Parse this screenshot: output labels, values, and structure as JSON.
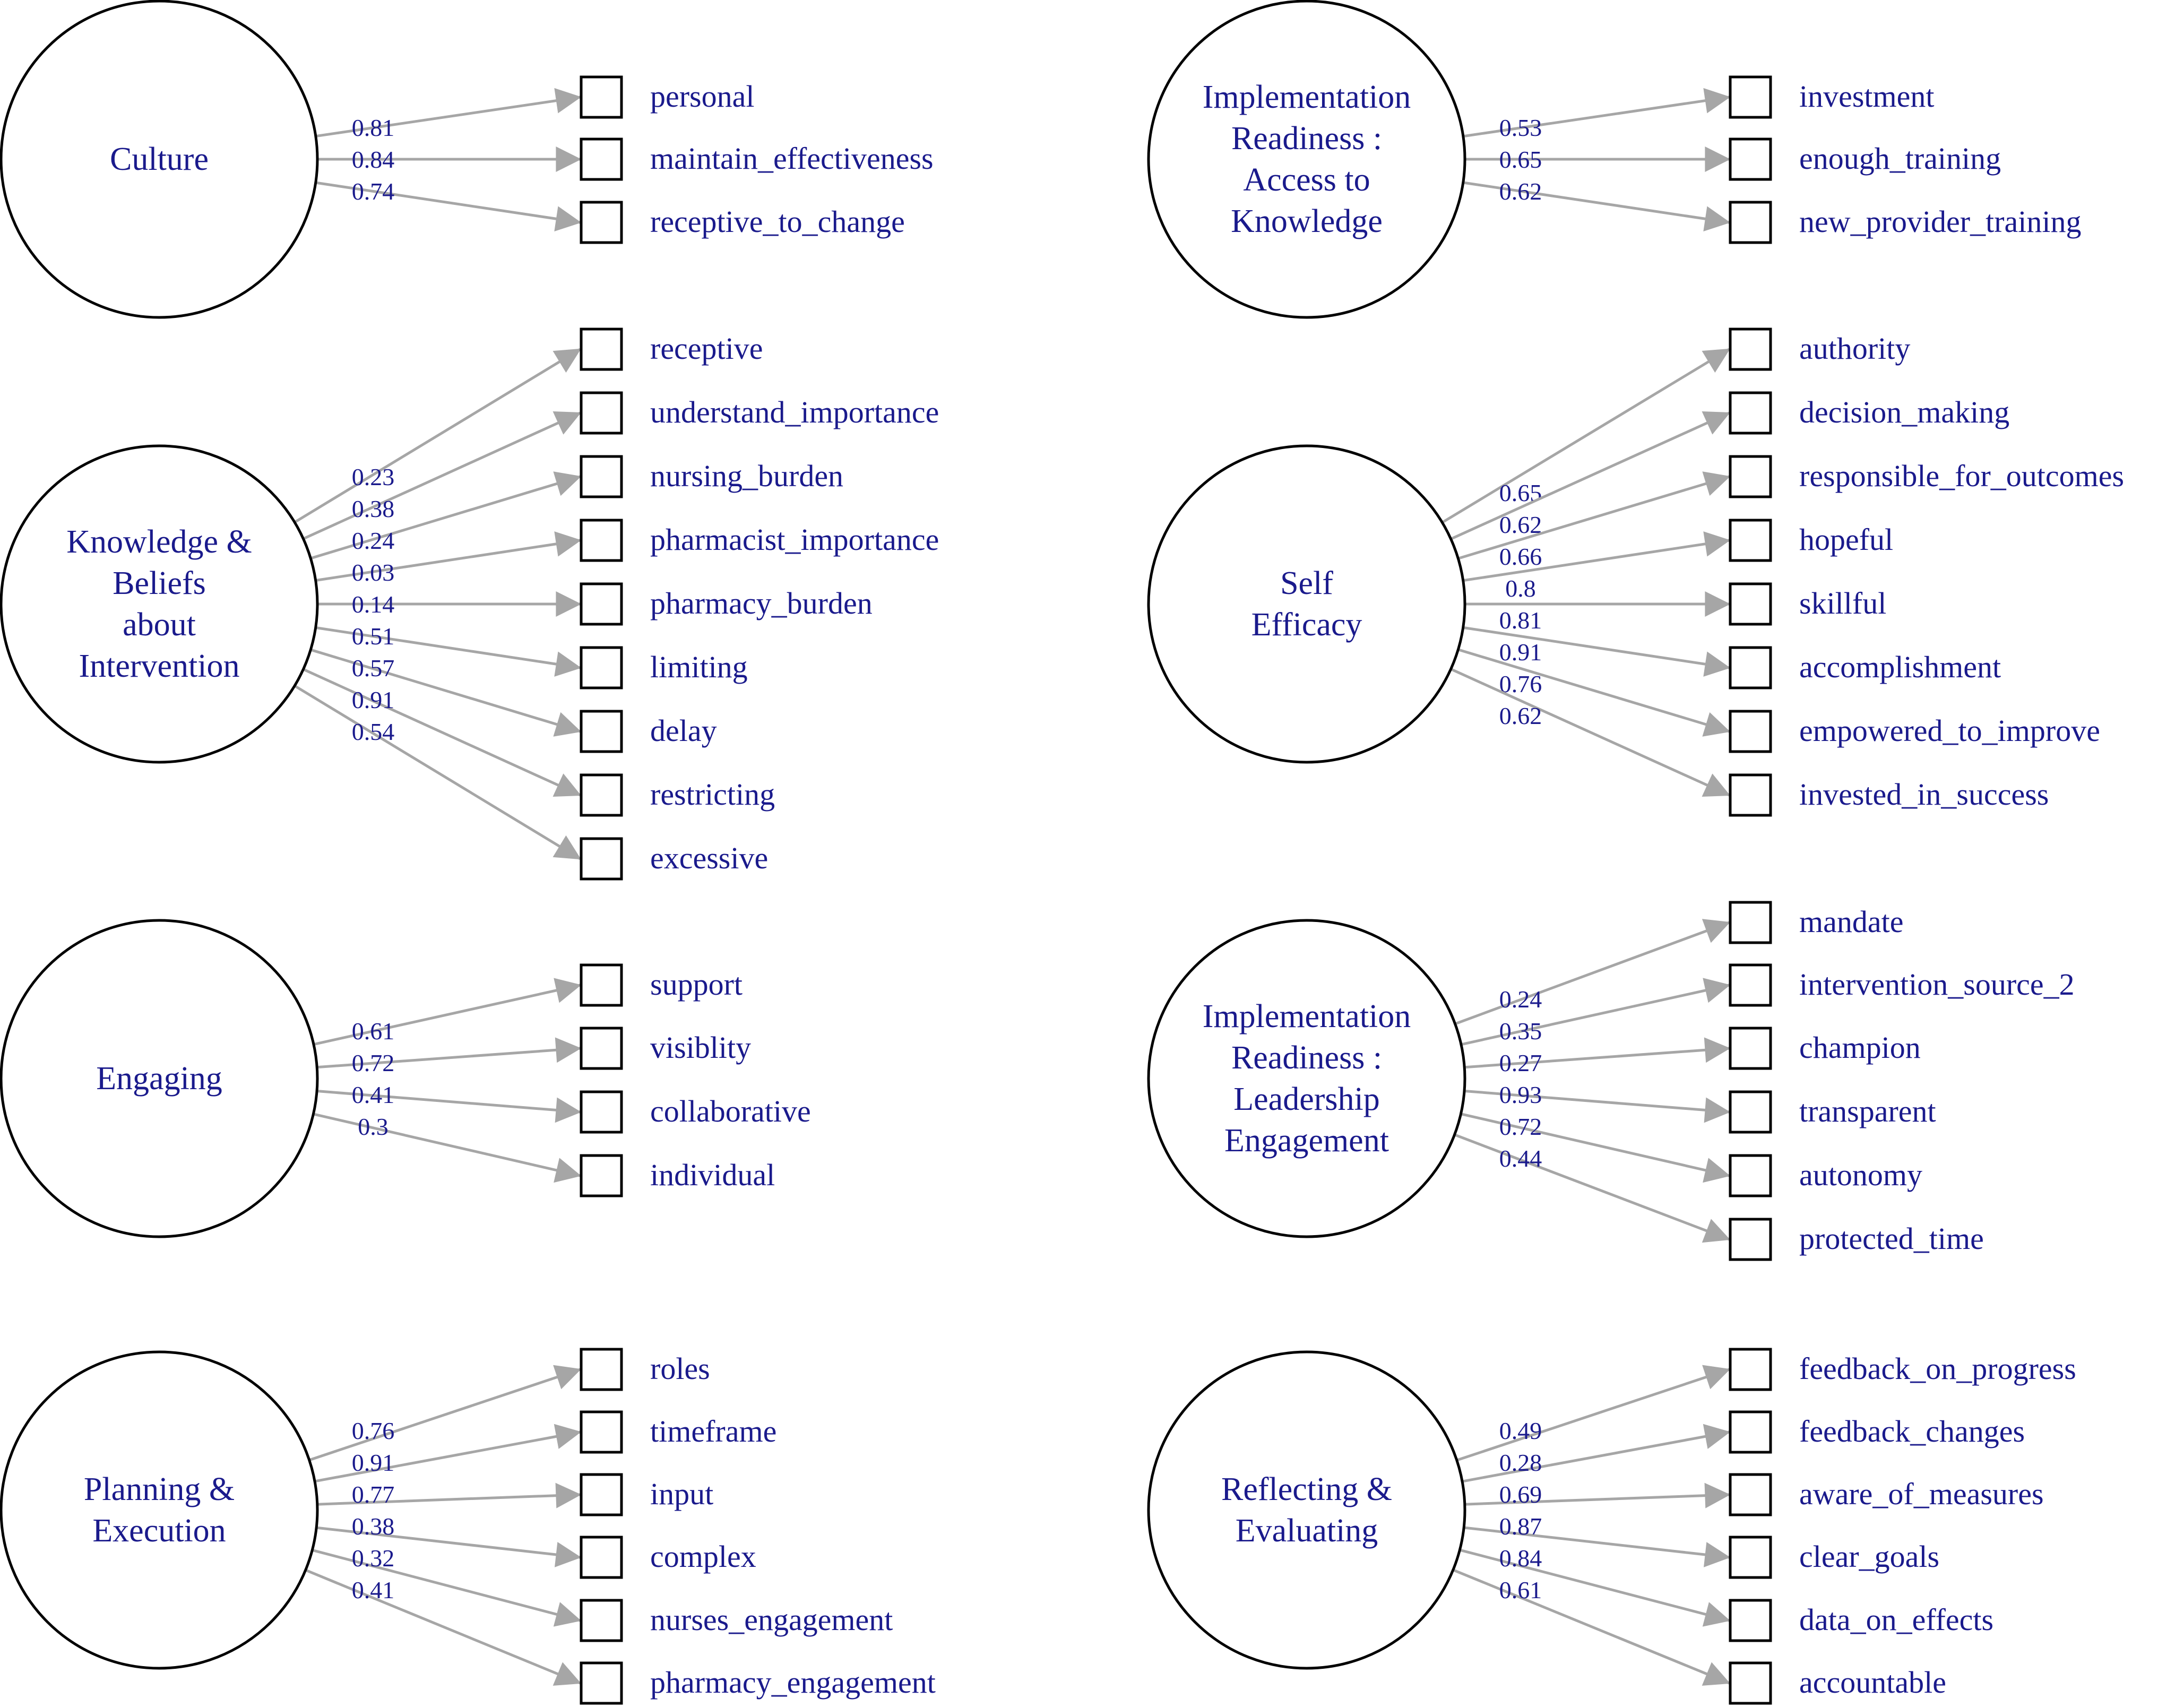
{
  "colors": {
    "text": "#1a1a8c",
    "arrow": "#a6a6a6",
    "outline": "#000000",
    "background": "#ffffff"
  },
  "factors": [
    {
      "name": "culture",
      "label_lines": [
        "Culture"
      ],
      "indicators": [
        {
          "label": "personal",
          "loading": "0.81"
        },
        {
          "label": "maintain_effectiveness",
          "loading": "0.84"
        },
        {
          "label": "receptive_to_change",
          "loading": "0.74"
        }
      ]
    },
    {
      "name": "implementation-readiness-access-to-knowledge",
      "label_lines": [
        "Implementation",
        "Readiness :",
        "Access to",
        "Knowledge"
      ],
      "indicators": [
        {
          "label": "investment",
          "loading": "0.53"
        },
        {
          "label": "enough_training",
          "loading": "0.65"
        },
        {
          "label": "new_provider_training",
          "loading": "0.62"
        }
      ]
    },
    {
      "name": "knowledge-beliefs-about-intervention",
      "label_lines": [
        "Knowledge &",
        "Beliefs",
        "about",
        "Intervention"
      ],
      "indicators": [
        {
          "label": "receptive",
          "loading": "0.23"
        },
        {
          "label": "understand_importance",
          "loading": "0.38"
        },
        {
          "label": "nursing_burden",
          "loading": "0.24"
        },
        {
          "label": "pharmacist_importance",
          "loading": "0.03"
        },
        {
          "label": "pharmacy_burden",
          "loading": "0.14"
        },
        {
          "label": "limiting",
          "loading": "0.51"
        },
        {
          "label": "delay",
          "loading": "0.57"
        },
        {
          "label": "restricting",
          "loading": "0.91"
        },
        {
          "label": "excessive",
          "loading": "0.54"
        }
      ]
    },
    {
      "name": "self-efficacy",
      "label_lines": [
        "Self",
        "Efficacy"
      ],
      "indicators": [
        {
          "label": "authority",
          "loading": "0.65"
        },
        {
          "label": "decision_making",
          "loading": "0.62"
        },
        {
          "label": "responsible_for_outcomes",
          "loading": "0.66"
        },
        {
          "label": "hopeful",
          "loading": "0.8"
        },
        {
          "label": "skillful",
          "loading": "0.81"
        },
        {
          "label": "accomplishment",
          "loading": "0.91"
        },
        {
          "label": "empowered_to_improve",
          "loading": "0.76"
        },
        {
          "label": "invested_in_success",
          "loading": "0.62"
        }
      ]
    },
    {
      "name": "engaging",
      "label_lines": [
        "Engaging"
      ],
      "indicators": [
        {
          "label": "support",
          "loading": "0.61"
        },
        {
          "label": "visiblity",
          "loading": "0.72"
        },
        {
          "label": "collaborative",
          "loading": "0.41"
        },
        {
          "label": "individual",
          "loading": "0.3"
        }
      ]
    },
    {
      "name": "implementation-readiness-leadership-engagement",
      "label_lines": [
        "Implementation",
        "Readiness :",
        "Leadership",
        "Engagement"
      ],
      "indicators": [
        {
          "label": "mandate",
          "loading": "0.24"
        },
        {
          "label": "intervention_source_2",
          "loading": "0.35"
        },
        {
          "label": "champion",
          "loading": "0.27"
        },
        {
          "label": "transparent",
          "loading": "0.93"
        },
        {
          "label": "autonomy",
          "loading": "0.72"
        },
        {
          "label": "protected_time",
          "loading": "0.44"
        }
      ]
    },
    {
      "name": "planning-execution",
      "label_lines": [
        "Planning &",
        "Execution"
      ],
      "indicators": [
        {
          "label": "roles",
          "loading": "0.76"
        },
        {
          "label": "timeframe",
          "loading": "0.91"
        },
        {
          "label": "input",
          "loading": "0.77"
        },
        {
          "label": "complex",
          "loading": "0.38"
        },
        {
          "label": "nurses_engagement",
          "loading": "0.32"
        },
        {
          "label": "pharmacy_engagement",
          "loading": "0.41"
        }
      ]
    },
    {
      "name": "reflecting-evaluating",
      "label_lines": [
        "Reflecting &",
        "Evaluating"
      ],
      "indicators": [
        {
          "label": "feedback_on_progress",
          "loading": "0.49"
        },
        {
          "label": "feedback_changes",
          "loading": "0.28"
        },
        {
          "label": "aware_of_measures",
          "loading": "0.69"
        },
        {
          "label": "clear_goals",
          "loading": "0.87"
        },
        {
          "label": "data_on_effects",
          "loading": "0.84"
        },
        {
          "label": "accountable",
          "loading": "0.61"
        }
      ]
    }
  ]
}
